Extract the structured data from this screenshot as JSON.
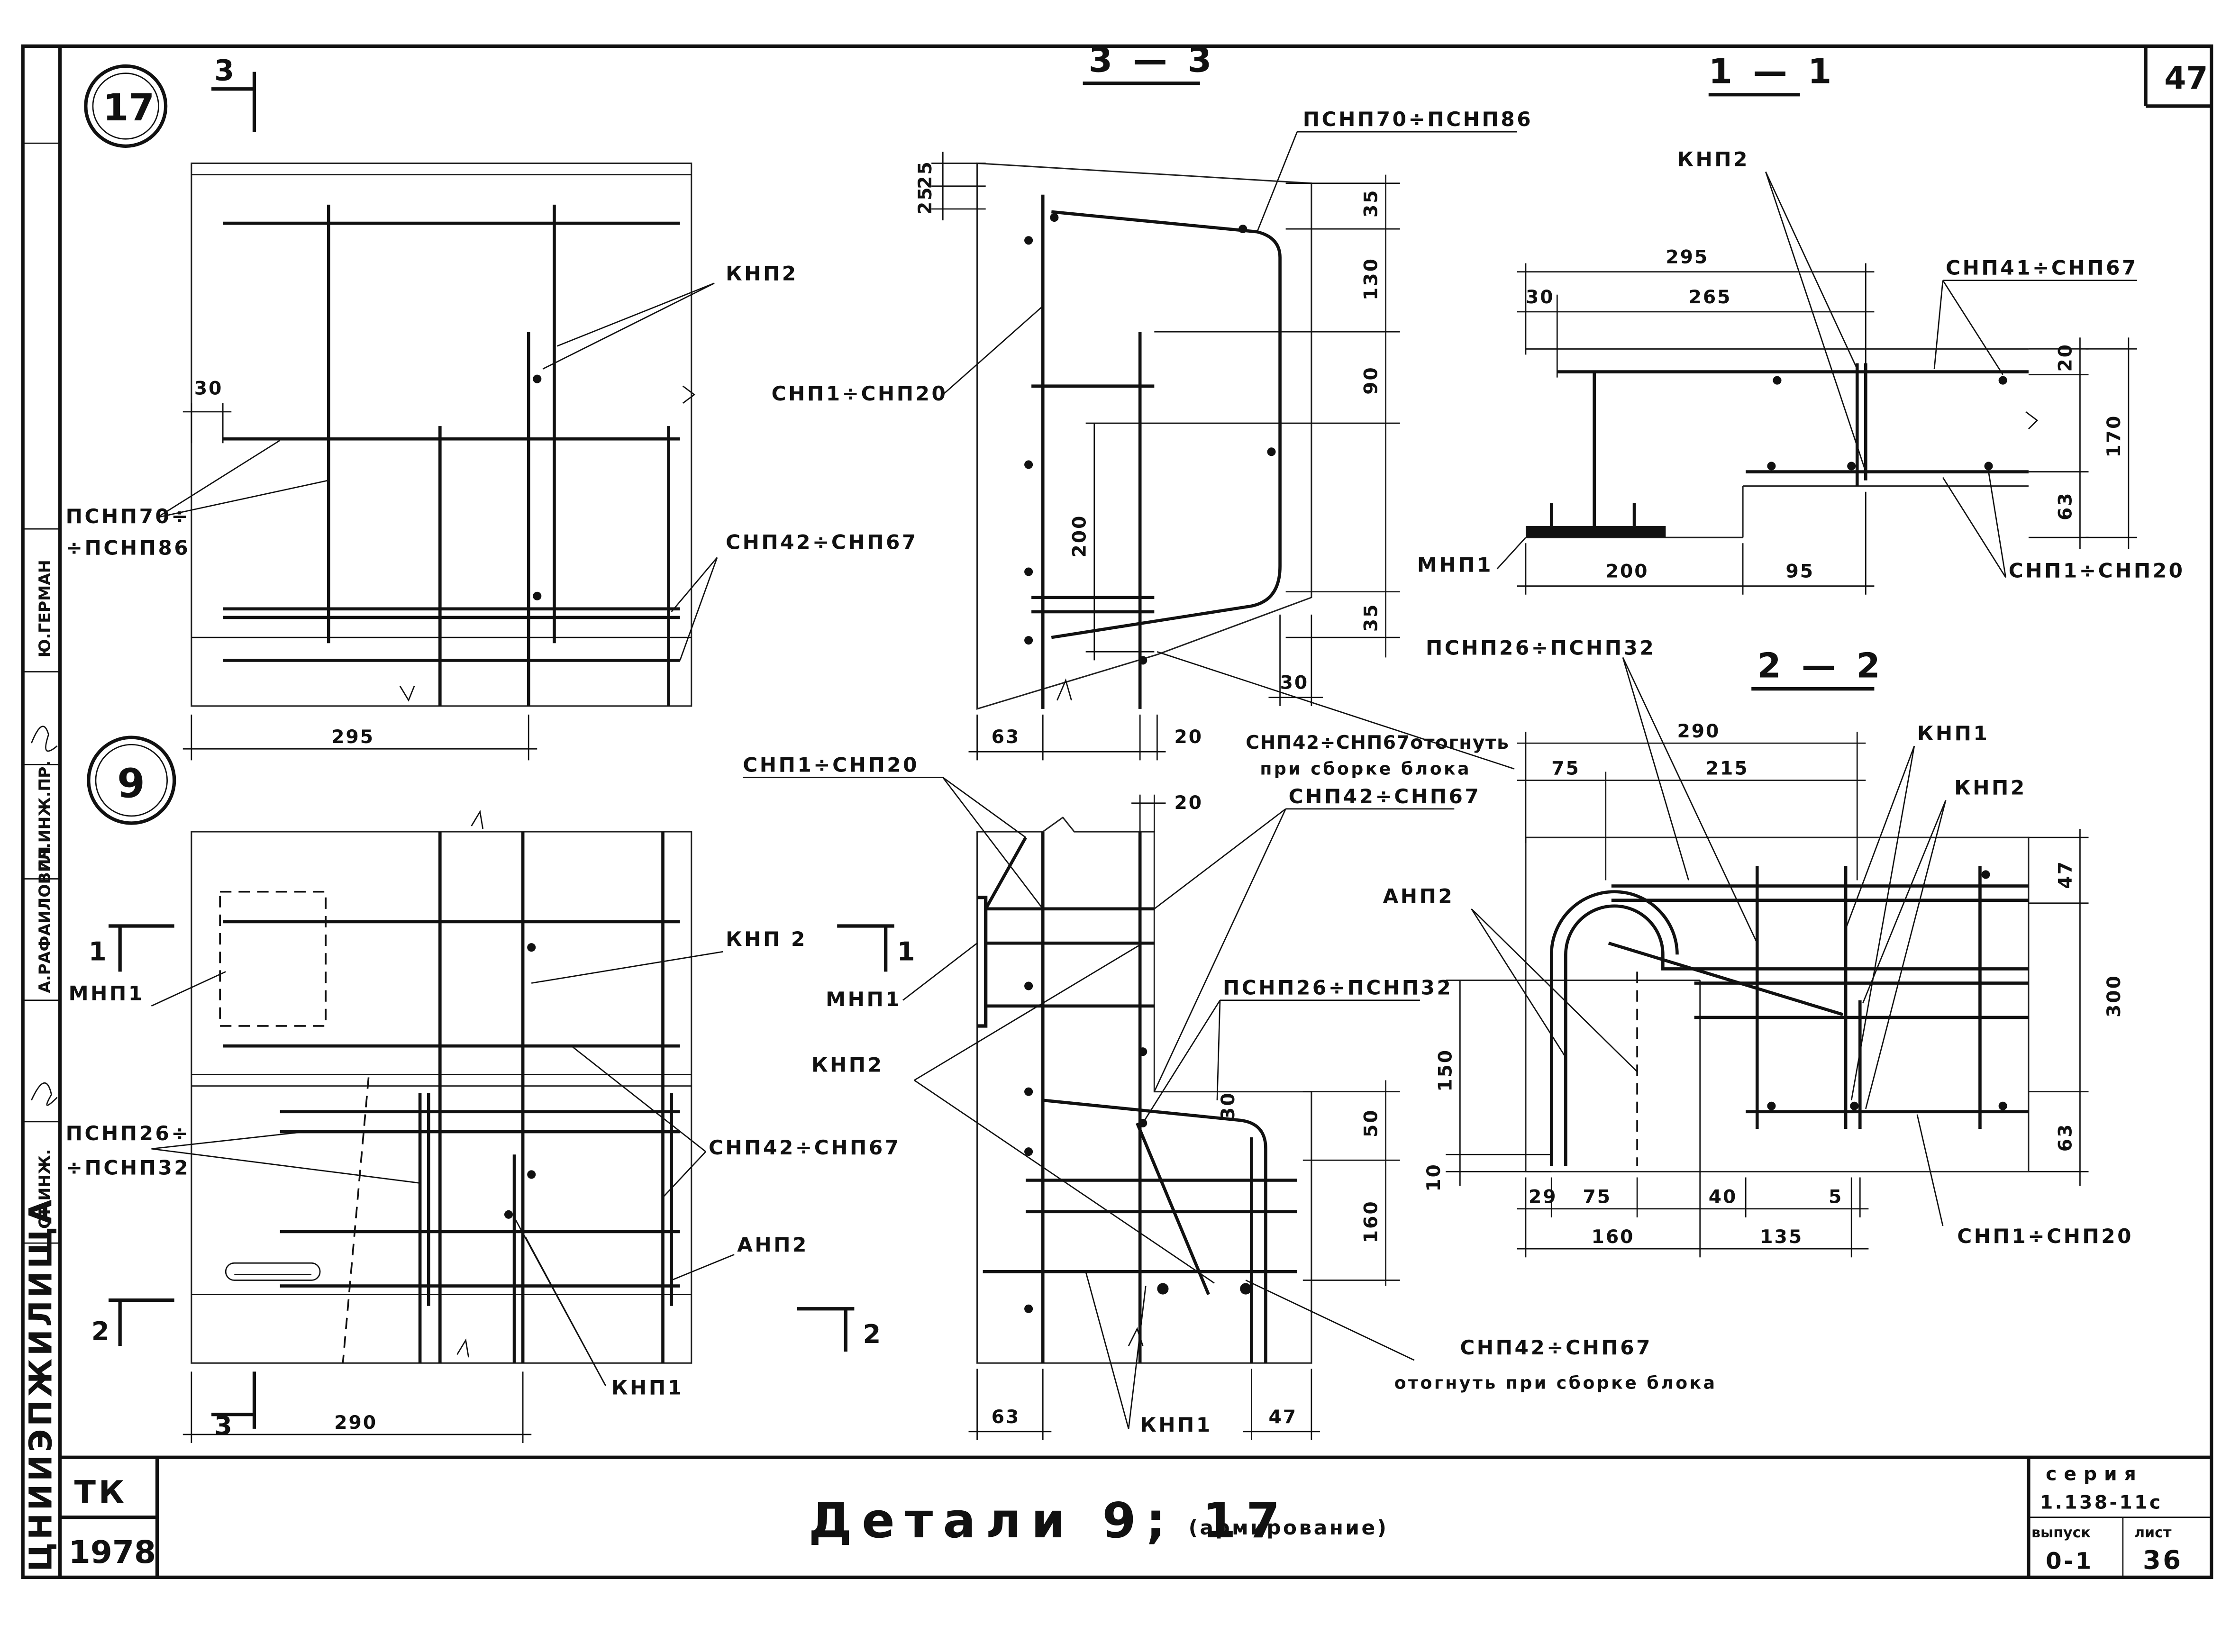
{
  "sheet": {
    "sheet_number": "47",
    "title": "Детали 9; 17",
    "title_note": "(армирование)",
    "org_code": "ТК",
    "year": "1978",
    "series_label": "серия",
    "series_value": "1.138-11с",
    "issue_label": "выпуск",
    "issue_value": "0-1",
    "list_label": "лист",
    "list_value": "36"
  },
  "side_strip": {
    "institute": "ЦНИИЭПЖИЛИЩА",
    "people": [
      "Ю.ГЕРМАН",
      "А.РАФАИЛОВИЧ",
      "ГЛ.ИНЖ.ПР.",
      "СТ.ИНЖ."
    ]
  },
  "detail17": {
    "number": "17",
    "section_mark": "3",
    "dims": {
      "d30": "30",
      "d295": "295"
    },
    "labels": {
      "kn2": "КНП2",
      "pcsn_a": "ПСНП70÷",
      "pcsn_b": "÷ПСНП86",
      "snp": "СНП42÷СНП67"
    }
  },
  "detail9": {
    "number": "9",
    "section_marks": {
      "s1": "1",
      "s2": "2",
      "s3": "3",
      "s1r": "1",
      "s2r": "2"
    },
    "dims": {
      "d290": "290"
    },
    "labels": {
      "mnp1": "МНП1",
      "kn2": "КНП 2",
      "pcsn_a": "ПСНП26÷",
      "pcsn_b": "÷ПСНП32",
      "snp": "СНП42÷СНП67",
      "anp2": "АНП2",
      "kn1": "КНП1"
    }
  },
  "section33": {
    "title": "3 — 3",
    "dims": {
      "d25a": "25",
      "d25b": "25",
      "d35a": "35",
      "d130": "130",
      "d90": "90",
      "d200": "200",
      "d35b": "35",
      "d30": "30",
      "d63": "63",
      "d20": "20"
    },
    "labels": {
      "pcsn": "ПСНП70÷ПСНП86",
      "snp1": "СНП1÷СНП20",
      "snp42_a": "СНП42÷СНП67отогнуть",
      "snp42_b": "при сборке блока"
    }
  },
  "section9side": {
    "dims": {
      "d20": "20",
      "d30": "30",
      "d50": "50",
      "d160": "160",
      "d63": "63",
      "d47": "47"
    },
    "labels": {
      "snp1": "СНП1÷СНП20",
      "snp42": "СНП42÷СНП67",
      "mnp1": "МНП1",
      "kn2": "КНП2",
      "pcsn": "ПСНП26÷ПСНП32",
      "snp42_bot_a": "СНП42÷СНП67",
      "snp42_bot_b": "отогнуть при сборке блока",
      "kn1": "КНП1"
    }
  },
  "section11": {
    "title": "1 — 1",
    "dims": {
      "d295": "295",
      "d30": "30",
      "d265": "265",
      "d20": "20",
      "d170": "170",
      "d63": "63",
      "d200": "200",
      "d95": "95"
    },
    "labels": {
      "kn2": "КНП2",
      "snp41": "СНП41÷СНП67",
      "mnp1": "МНП1",
      "snp1": "СНП1÷СНП20"
    }
  },
  "section22": {
    "title": "2 — 2",
    "dims": {
      "d290": "290",
      "d75": "75",
      "d215": "215",
      "d47": "47",
      "d300": "300",
      "d150": "150",
      "d63": "63",
      "d10": "10",
      "d29": "29",
      "d75b": "75",
      "d40": "40",
      "d5": "5",
      "d160": "160",
      "d135": "135"
    },
    "labels": {
      "pcsn": "ПСНП26÷ПСНП32",
      "kn1": "КНП1",
      "kn2": "КНП2",
      "anp2": "АНП2",
      "snp1": "СНП1÷СНП20"
    }
  }
}
